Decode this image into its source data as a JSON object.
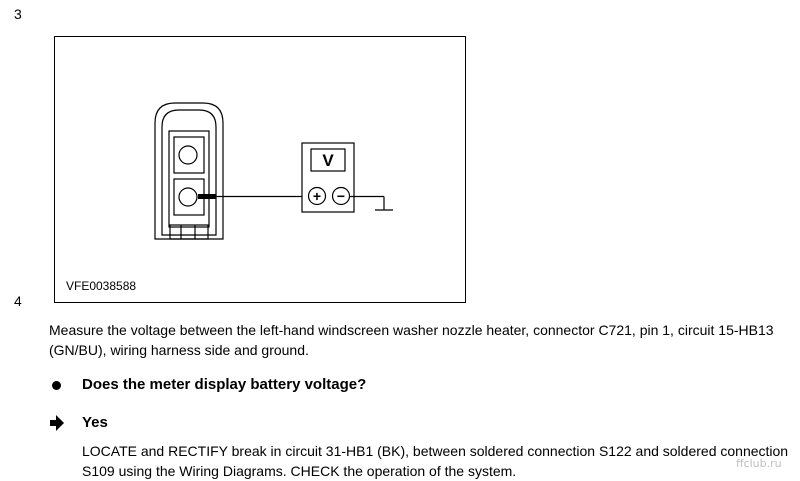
{
  "steps": {
    "first": "3",
    "second": "4"
  },
  "figure": {
    "id": "VFE0038588",
    "meter_unit": "V",
    "plus_symbol": "+",
    "minus_symbol": "−"
  },
  "instruction": "Measure the voltage between the left-hand windscreen washer nozzle heater, connector C721, pin 1, circuit 15-HB13 (GN/BU), wiring harness side and ground.",
  "question": "Does the meter display battery voltage?",
  "answer": {
    "label": "Yes",
    "action": "LOCATE and RECTIFY break in circuit 31-HB1 (BK), between soldered connection S122 and soldered connection S109 using the Wiring Diagrams. CHECK the operation of the system."
  },
  "watermark": "ffclub.ru",
  "icons": [
    "bullet-icon",
    "arrow-right-icon",
    "connector-icon",
    "voltmeter-icon",
    "ground-icon"
  ]
}
